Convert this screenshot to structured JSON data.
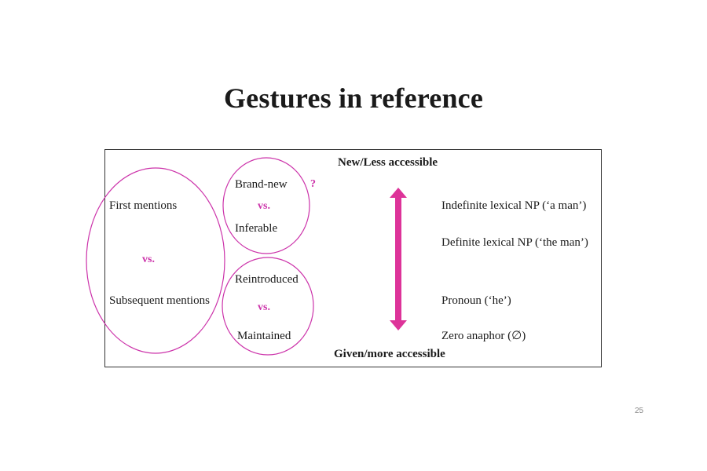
{
  "title": "Gestures in reference",
  "scale": {
    "top": "New/Less accessible",
    "bottom": "Given/more accessible"
  },
  "mentions": {
    "first": "First mentions",
    "vs": "vs.",
    "subsequent": "Subsequent mentions"
  },
  "first_types": {
    "a": "Brand-new",
    "vs": "vs.",
    "b": "Inferable",
    "question": "?"
  },
  "subsequent_types": {
    "a": "Reintroduced",
    "vs": "vs.",
    "b": "Maintained"
  },
  "forms": [
    "Indefinite lexical NP (‘a man’)",
    "Definite lexical NP (‘the man’)",
    "Pronoun (‘he’)",
    "Zero anaphor (∅)"
  ],
  "colors": {
    "accent": "#cc33aa",
    "arrow": "#dd3399",
    "border": "#333333"
  },
  "slide_number": "25"
}
